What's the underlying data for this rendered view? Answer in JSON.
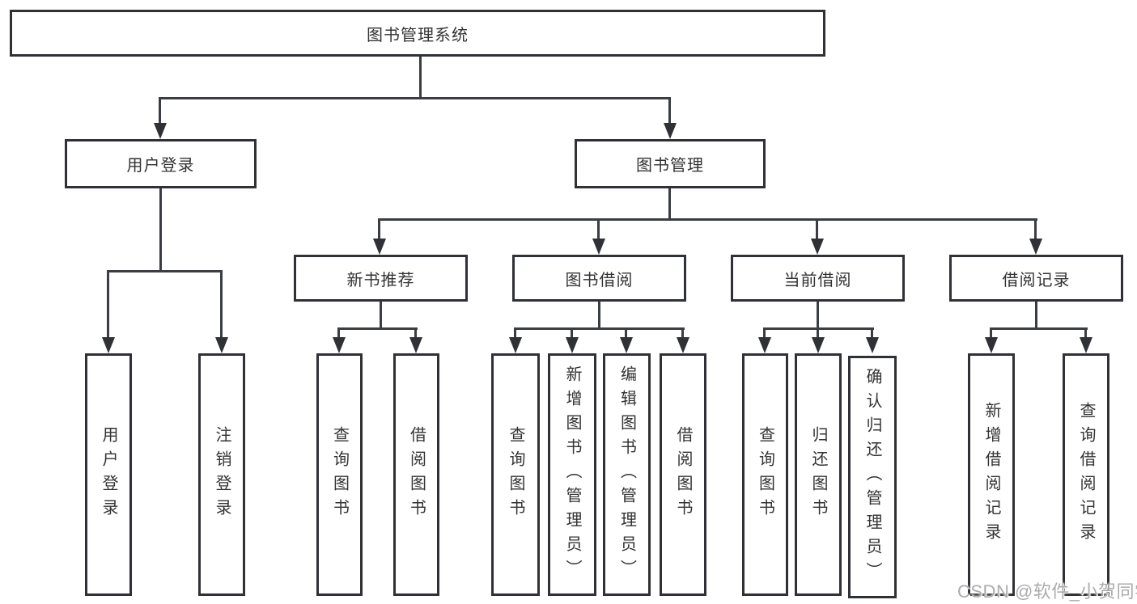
{
  "diagram": {
    "root": {
      "label": "图书管理系统"
    },
    "user_login": {
      "label": "用户登录",
      "children": [
        "用户登录",
        "注销登录"
      ]
    },
    "book_mgmt": {
      "label": "图书管理",
      "categories": [
        {
          "label": "新书推荐",
          "children": [
            "查询图书",
            "借阅图书"
          ]
        },
        {
          "label": "图书借阅",
          "children": [
            "查询图书",
            "新增图书（管理员）",
            "编辑图书（管理员）",
            "借阅图书"
          ]
        },
        {
          "label": "当前借阅",
          "children": [
            "查询图书",
            "归还图书",
            "确认归还（管理员）"
          ]
        },
        {
          "label": "借阅记录",
          "children": [
            "新增借阅记录",
            "查询借阅记录"
          ]
        }
      ]
    },
    "colors": {
      "line": "#2f3136",
      "text": "#333333",
      "background": "#ffffff",
      "watermark": "#acacac"
    }
  },
  "watermark": {
    "text": "CSDN @软件_小贺同学"
  }
}
